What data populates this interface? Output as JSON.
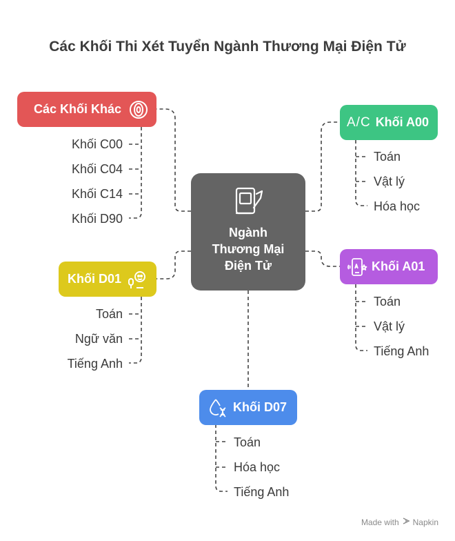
{
  "title": "Các Khối Thi Xét Tuyển Ngành Thương Mại Điện Tử",
  "center": {
    "label_line1": "Ngành",
    "label_line2": "Thương Mại",
    "label_line3": "Điện Tử",
    "icon": "pen-tablet-icon",
    "color": "#646464"
  },
  "branches": {
    "other": {
      "label": "Các Khối Khác",
      "color": "#E35656",
      "icon": "target-icon",
      "items": [
        "Khối C00",
        "Khối C04",
        "Khối C14",
        "Khối D90"
      ]
    },
    "a00": {
      "label": "Khối A00",
      "color": "#3DC583",
      "icon": "ac-icon",
      "items": [
        "Toán",
        "Vật lý",
        "Hóa học"
      ]
    },
    "d01": {
      "label": "Khối D01",
      "color": "#DDC91C",
      "icon": "speaker-microphone-icon",
      "items": [
        "Toán",
        "Ngữ văn",
        "Tiếng Anh"
      ]
    },
    "a01": {
      "label": "Khối A01",
      "color": "#B55CE0",
      "icon": "phone-translate-icon",
      "items": [
        "Toán",
        "Vật lý",
        "Tiếng Anh"
      ]
    },
    "d07": {
      "label": "Khối D07",
      "color": "#4D8CEB",
      "icon": "drop-dna-icon",
      "items": [
        "Toán",
        "Hóa học",
        "Tiếng Anh"
      ]
    }
  },
  "footer": {
    "made_with": "Made with",
    "brand": "Napkin"
  }
}
